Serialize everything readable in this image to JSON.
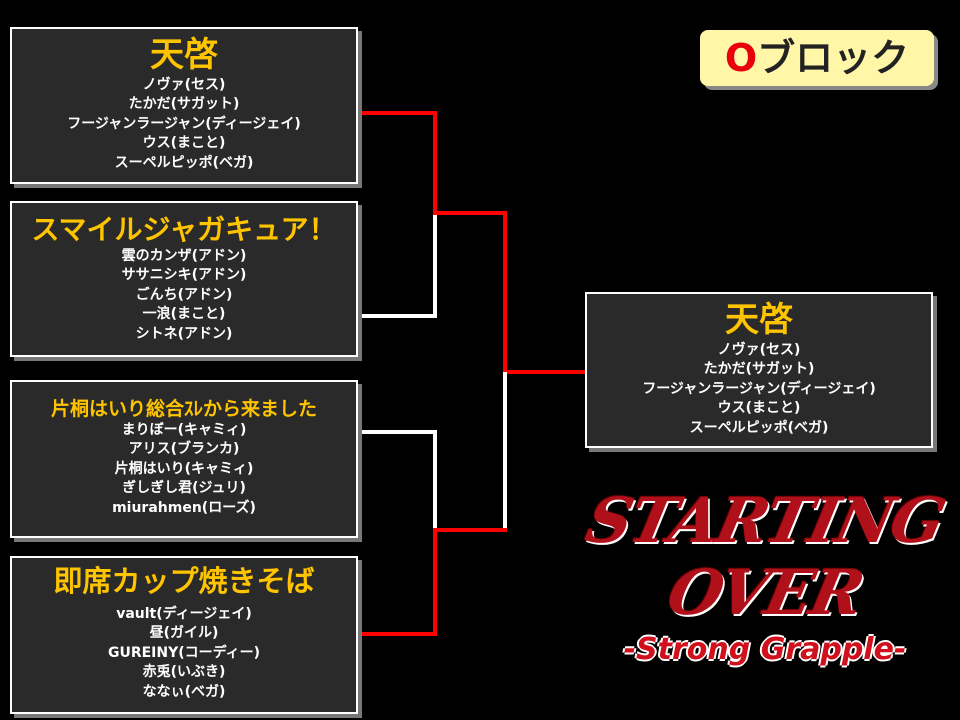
{
  "block_label": {
    "prefix": "O",
    "suffix": "ブロック"
  },
  "teams": [
    {
      "name": "天啓",
      "members": [
        "ノヴァ(セス)",
        "たかだ(サガット)",
        "フージャンラージャン(ディージェイ)",
        "ウス(まこと)",
        "スーペルピッポ(ベガ)"
      ]
    },
    {
      "name": "スマイルジャガキュア！",
      "members": [
        "雲のカンザ(アドン)",
        "ササニシキ(アドン)",
        "ごんち(アドン)",
        "一浪(まこと)",
        "シトネ(アドン)"
      ]
    },
    {
      "name": "片桐はいり総合ｽﾚから来ました",
      "members": [
        "まりぼー(キャミィ)",
        "アリス(ブランカ)",
        "片桐はいり(キャミィ)",
        "ぎしぎし君(ジュリ)",
        "miurahmen(ローズ)"
      ]
    },
    {
      "name": "即席カップ焼きそば",
      "members": [
        "vault(ディージェイ)",
        "昼(ガイル)",
        "GUREINY(コーディー)",
        "赤兎(いぶき)",
        "ななぃ(ベガ)"
      ]
    }
  ],
  "winner": {
    "name": "天啓",
    "members": [
      "ノヴァ(セス)",
      "たかだ(サガット)",
      "フージャンラージャン(ディージェイ)",
      "ウス(まこと)",
      "スーペルピッポ(ベガ)"
    ]
  },
  "logo": {
    "title_line1": "STARTING",
    "title_line2": "OVER",
    "subtitle": "-Strong Grapple-"
  },
  "colors": {
    "win_line": "#ff0000",
    "lose_line": "#ffffff",
    "team_name": "#ffc400"
  }
}
